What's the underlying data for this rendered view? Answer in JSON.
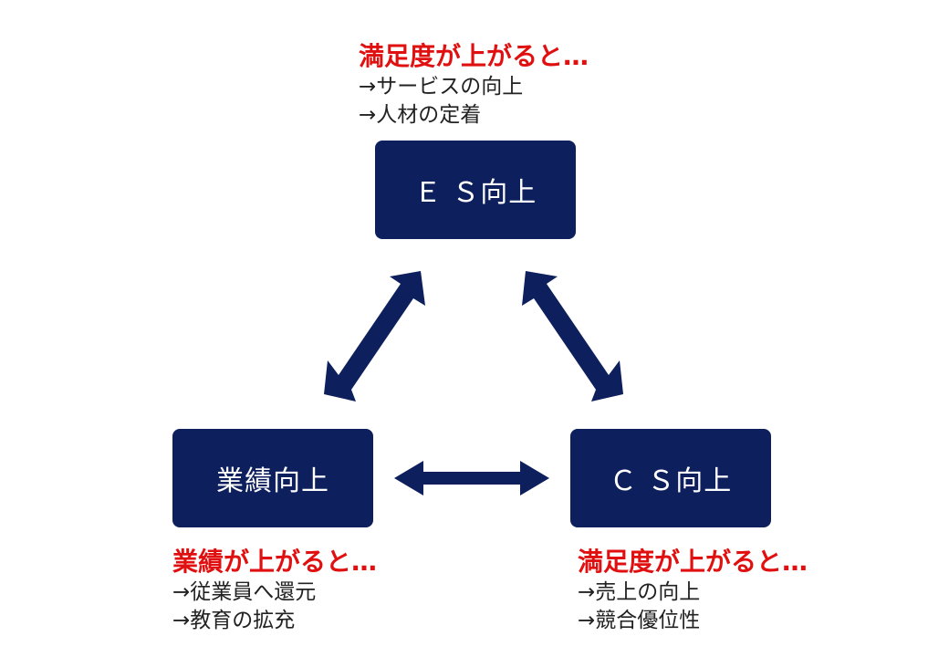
{
  "colors": {
    "box_fill": "#0d1f5c",
    "box_text": "#ffffff",
    "heading": "#e01010",
    "arrow": "#0d1f5c",
    "body_text": "#222222"
  },
  "boxes": {
    "es": "Ｅ Ｓ向上",
    "gyoseki": "業績向上",
    "cs": "Ｃ Ｓ向上"
  },
  "notes": {
    "es": {
      "heading": "満足度が上がると…",
      "lines": [
        "→サービスの向上",
        "→人材の定着"
      ]
    },
    "gyoseki": {
      "heading": "業績が上がると…",
      "lines": [
        "→従業員へ還元",
        "→教育の拡充"
      ]
    },
    "cs": {
      "heading": "満足度が上がると…",
      "lines": [
        "→売上の向上",
        "→競合優位性"
      ]
    }
  },
  "arrows": [
    {
      "name": "es-gyoseki-arrow",
      "icon": "double-headed-arrow"
    },
    {
      "name": "es-cs-arrow",
      "icon": "double-headed-arrow"
    },
    {
      "name": "gyoseki-cs-arrow",
      "icon": "double-headed-arrow"
    }
  ]
}
